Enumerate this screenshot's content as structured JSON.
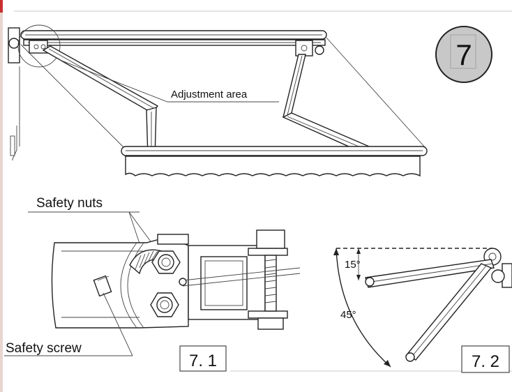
{
  "step_badge": {
    "number": "7"
  },
  "main_diagram": {
    "callout": "Adjustment area"
  },
  "detail_1": {
    "label_nuts": "Safety  nuts",
    "label_screw": "Safety  screw",
    "figure_number": "7. 1"
  },
  "detail_2": {
    "angle_small": "15°",
    "angle_large": "45°",
    "figure_number": "7. 2"
  }
}
